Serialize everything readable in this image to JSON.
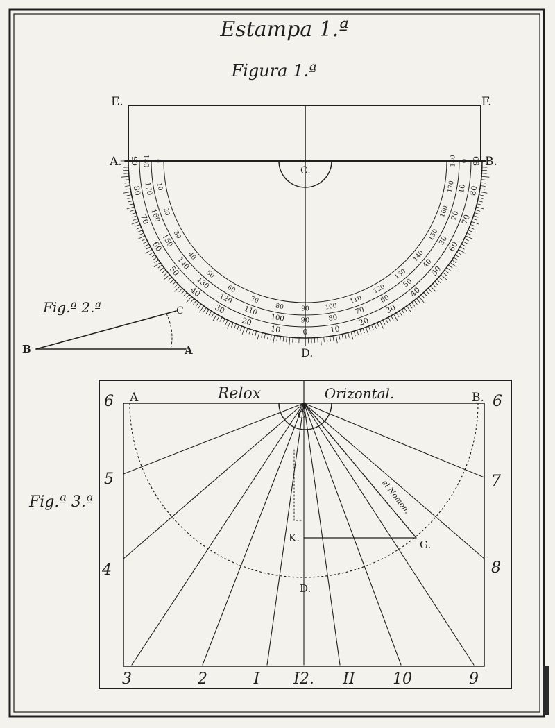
{
  "plate": {
    "title": "Estampa 1.ª"
  },
  "figure1": {
    "caption": "Figura 1.ª",
    "points": {
      "E": "E.",
      "F": "F.",
      "A": "A.",
      "B": "B.",
      "C": "C.",
      "D": "D."
    },
    "outer_scale_labels": [
      "90",
      "80",
      "70",
      "60",
      "50",
      "40",
      "30",
      "20",
      "10",
      "0",
      "10",
      "20",
      "30",
      "40",
      "50",
      "60",
      "70",
      "80",
      "90"
    ],
    "middle_scale_labels": [
      "180",
      "170",
      "160",
      "150",
      "140",
      "130",
      "120",
      "110",
      "100",
      "90",
      "80",
      "70",
      "60",
      "50",
      "40",
      "30",
      "20",
      "10",
      "0"
    ],
    "inner_scale_labels": [
      "0",
      "10",
      "20",
      "30",
      "40",
      "50",
      "60",
      "70",
      "80",
      "90",
      "100",
      "110",
      "120",
      "130",
      "140",
      "150",
      "160",
      "170",
      "180"
    ]
  },
  "figure2": {
    "caption": "Fig.ª 2.ª",
    "points": {
      "B": "B",
      "A": "A",
      "C": "C"
    }
  },
  "figure3": {
    "caption": "Fig.ª 3.ª",
    "title_left": "Relox",
    "title_right": "Orizontal.",
    "gnomon_label": "el Nomon.",
    "points": {
      "A": "A",
      "B": "B.",
      "C": "C.",
      "D": "D.",
      "K": "K.",
      "G": "G."
    },
    "hour_labels": {
      "top_left": "6",
      "top_right": "6",
      "left_5": "5",
      "left_4": "4",
      "right_7": "7",
      "right_8": "8",
      "bottom": [
        "3",
        "2",
        "I",
        "I2.",
        "II",
        "10",
        "9"
      ]
    }
  }
}
